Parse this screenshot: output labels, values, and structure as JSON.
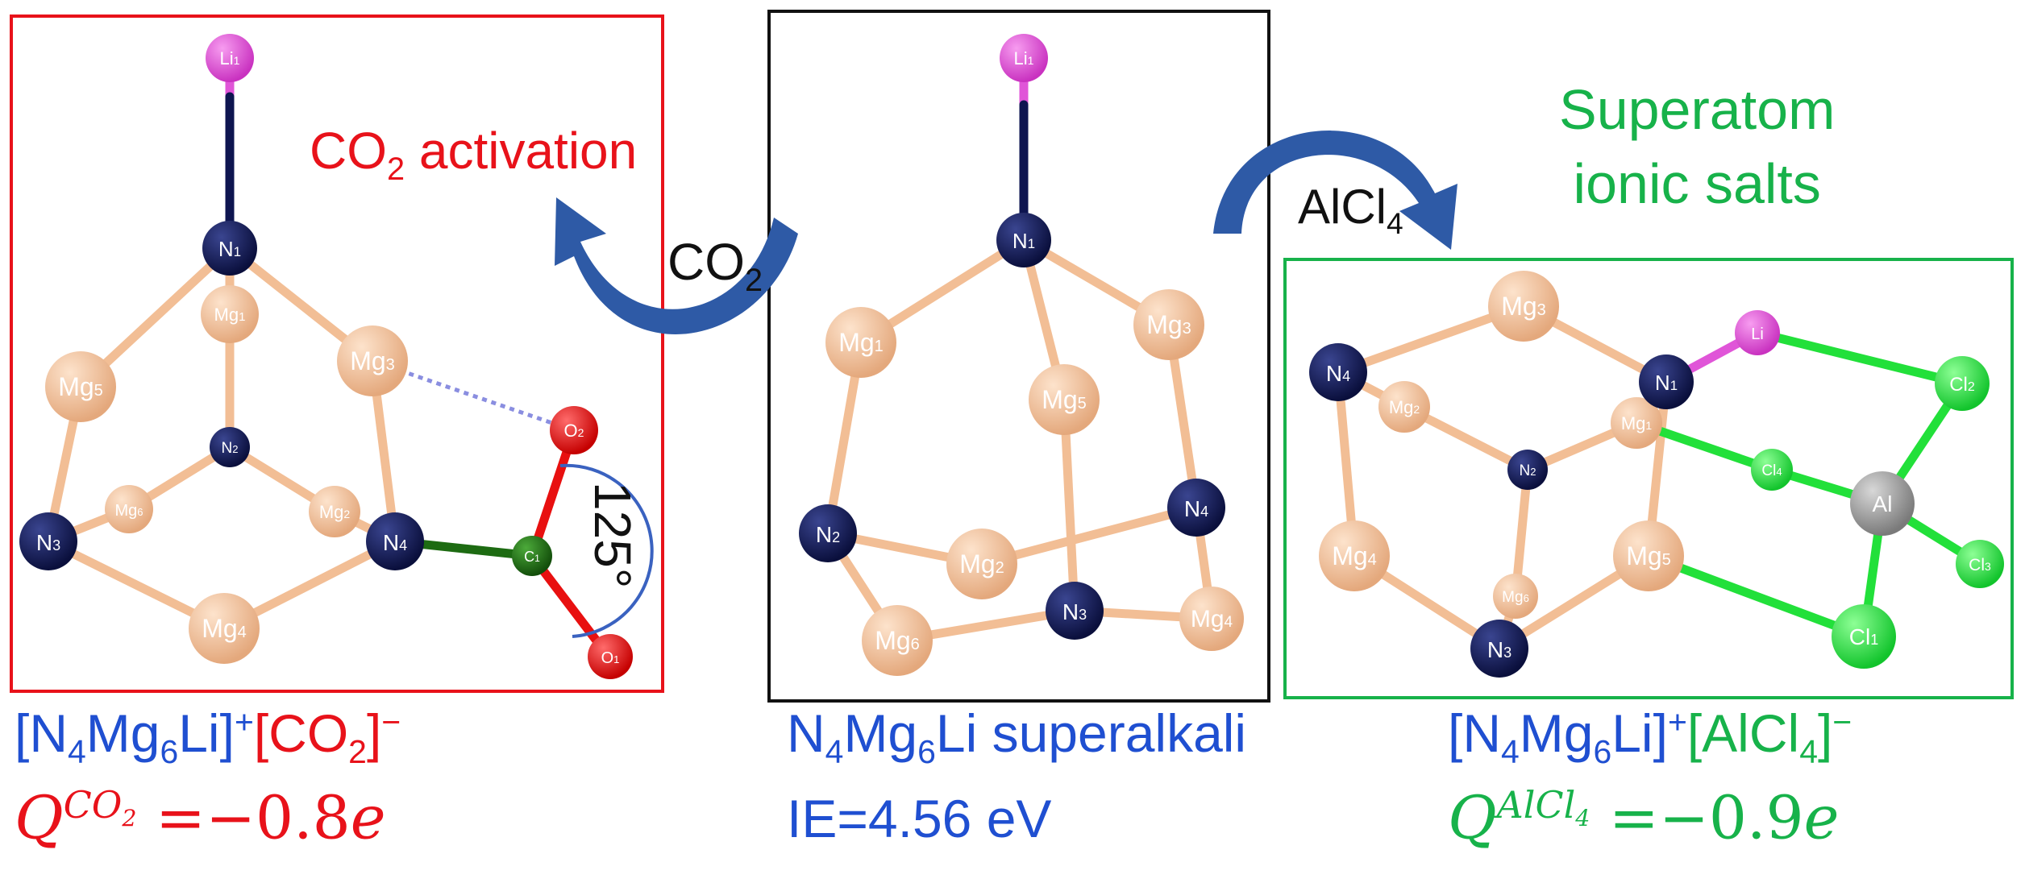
{
  "panels": {
    "left": {
      "box_color": "#e8121a",
      "heading": {
        "main": "CO",
        "sub": "2",
        "rest": " activation"
      },
      "angle": "125°",
      "atoms": {
        "li": "Li",
        "li_n": "1",
        "n1": "N",
        "n1_n": "1",
        "n2": "N",
        "n2_n": "2",
        "n3": "N",
        "n3_n": "3",
        "n4": "N",
        "n4_n": "4",
        "mg1": "Mg",
        "mg1_n": "1",
        "mg3": "Mg",
        "mg3_n": "3",
        "mg4": "Mg",
        "mg4_n": "4",
        "mg5": "Mg",
        "mg5_n": "5",
        "mg6": "Mg",
        "mg6_n": "6",
        "mg2": "Mg",
        "mg2_n": "2",
        "o1": "O",
        "o1_n": "1",
        "o2": "O",
        "o2_n": "2",
        "c1": "C",
        "c1_n": "1"
      },
      "formula": {
        "open": "[N",
        "n_sub": "4",
        "mg": "Mg",
        "mg_sub": "6",
        "li": "Li]",
        "plus": "+",
        "bracket2": "[CO",
        "co_sub": "2",
        "close": "]",
        "minus": "−"
      },
      "charge": {
        "q": "Q",
        "sup": "CO",
        "sup_sub": "2",
        "rest": " =−0.8",
        "e": "e"
      }
    },
    "center": {
      "box_color": "#111111",
      "reagent_left": {
        "main": "CO",
        "sub": "2"
      },
      "reagent_right": {
        "main": "AlCl",
        "sub": "4"
      },
      "atoms": {
        "li": "Li",
        "li_n": "1",
        "n1": "N",
        "n1_n": "1",
        "n2": "N",
        "n2_n": "2",
        "n3": "N",
        "n3_n": "3",
        "n4": "N",
        "n4_n": "4",
        "mg1": "Mg",
        "mg1_n": "1",
        "mg2": "Mg",
        "mg2_n": "2",
        "mg3": "Mg",
        "mg3_n": "3",
        "mg4": "Mg",
        "mg4_n": "4",
        "mg5": "Mg",
        "mg5_n": "5",
        "mg6": "Mg",
        "mg6_n": "6"
      },
      "name": {
        "n": "N",
        "n_sub": "4",
        "mg": "Mg",
        "mg_sub": "6",
        "rest": "Li superalkali"
      },
      "ie": "IE=4.56 eV"
    },
    "right": {
      "box_color": "#17b24a",
      "heading_line1": "Superatom",
      "heading_line2": "ionic salts",
      "atoms": {
        "li": "Li",
        "n1": "N",
        "n1_n": "1",
        "n2": "N",
        "n2_n": "2",
        "n3": "N",
        "n3_n": "3",
        "n4": "N",
        "n4_n": "4",
        "mg1": "Mg",
        "mg1_n": "1",
        "mg2": "Mg",
        "mg2_n": "2",
        "mg3": "Mg",
        "mg3_n": "3",
        "mg4": "Mg",
        "mg4_n": "4",
        "mg5": "Mg",
        "mg5_n": "5",
        "mg6": "Mg",
        "mg6_n": "6",
        "al": "Al",
        "cl1": "Cl",
        "cl1_n": "1",
        "cl2": "Cl",
        "cl2_n": "2",
        "cl3": "Cl",
        "cl3_n": "3",
        "cl4": "Cl",
        "cl4_n": "4"
      },
      "formula": {
        "open": "[N",
        "n_sub": "4",
        "mg": "Mg",
        "mg_sub": "6",
        "li": "Li]",
        "plus": "+",
        "bracket2": "[AlCl",
        "cl_sub": "4",
        "close": "]",
        "minus": "−"
      },
      "charge": {
        "q": "Q",
        "sup": "AlCl",
        "sup_sub": "4",
        "rest": " =−0.9",
        "e": "e"
      }
    }
  },
  "colors": {
    "nitrogen": "#0e1550",
    "magnesium": "#f2be95",
    "lithium": "#e055d8",
    "oxygen": "#e81010",
    "carbon": "#1d6b12",
    "chlorine": "#22e03a",
    "aluminum": "#9a9a9a",
    "arrow": "#2e5aa6"
  }
}
